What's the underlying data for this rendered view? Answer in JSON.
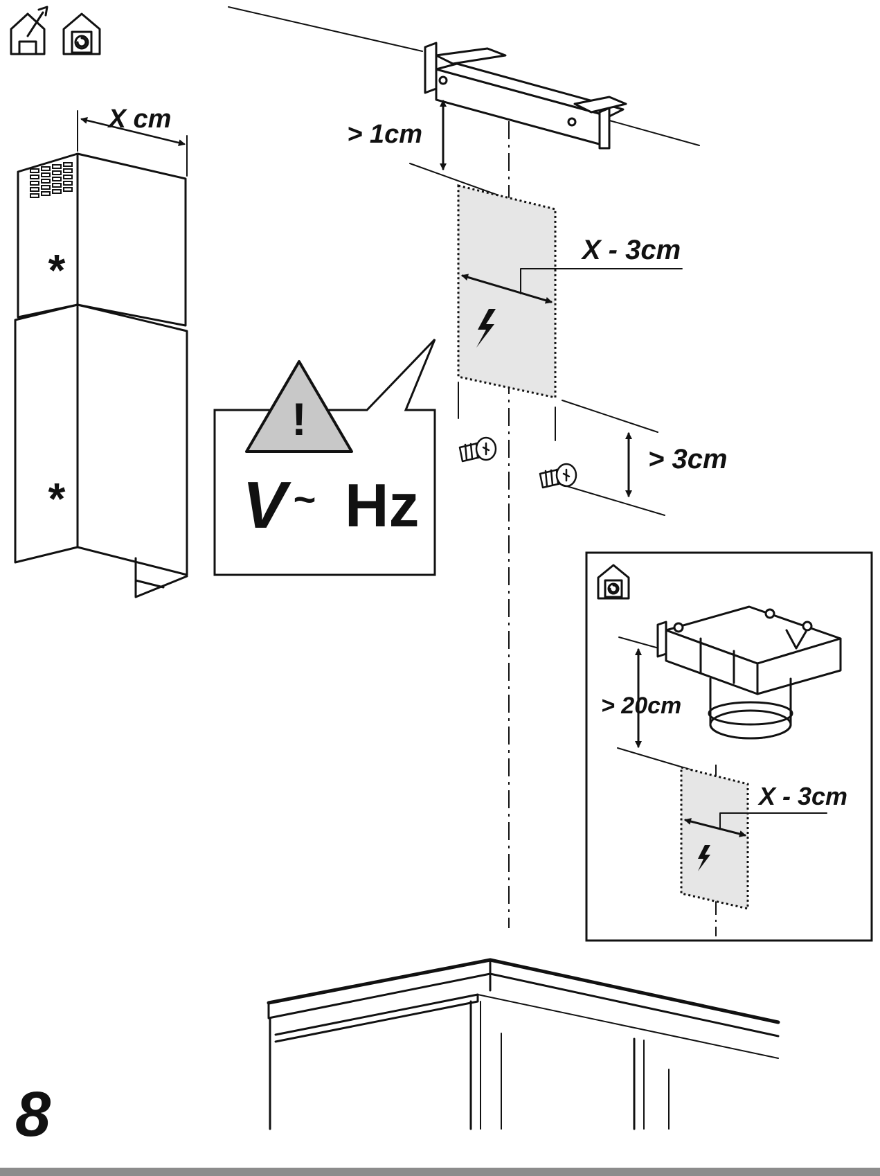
{
  "labels": {
    "chimney_width": "X cm",
    "bracket_gap": "> 1cm",
    "socket_width": "X - 3cm",
    "screw_gap": "> 3cm",
    "inset_gap": "> 20cm",
    "inset_socket_width": "X - 3cm",
    "step_number": "8"
  },
  "warning": {
    "symbol": "!",
    "voltage": "V",
    "tilde": "~",
    "frequency": "Hz"
  },
  "chimney_marks": [
    "*",
    "*"
  ],
  "icons": {
    "ducted_mode": "ducted-house-icon",
    "recirculation_mode": "recirculation-house-icon",
    "electric": "lightning-icon"
  },
  "colors": {
    "line": "#111111",
    "socket_fill": "#e6e6e6",
    "warning_fill": "#c8c8c8",
    "footer_bar": "#8c8c8c"
  }
}
